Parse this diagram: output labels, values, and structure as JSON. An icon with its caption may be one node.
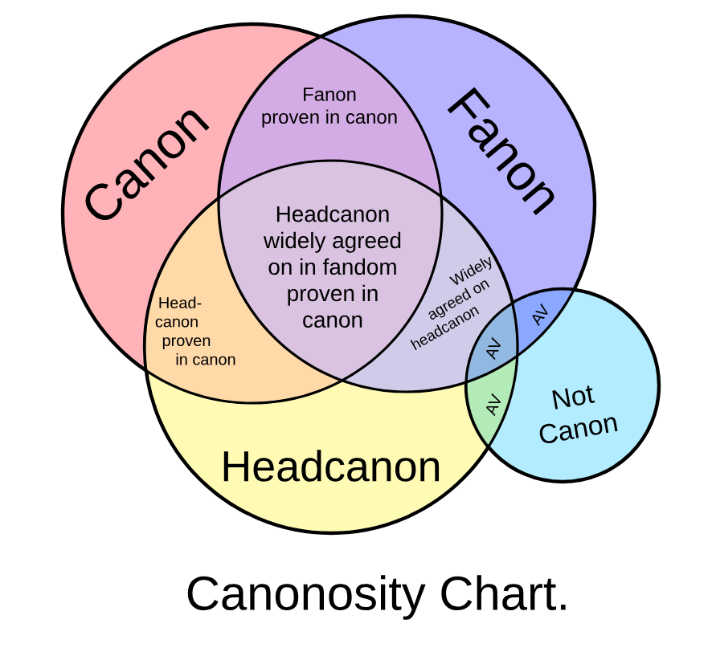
{
  "diagram": {
    "title": "Canonosity Chart.",
    "nodes": [
      {
        "text": [
          "Canon"
        ]
      },
      {
        "text": [
          "Fanon"
        ]
      },
      {
        "text": [
          "Headcanon"
        ]
      },
      {
        "text": [
          "Not Canon"
        ]
      }
    ],
    "labels": [
      "Fanon proven in canon",
      "Headcanon widely agreed on in fandom proven in canon",
      "Head-canon proven in canon",
      "Widely agreed on headcanon",
      "AV",
      "AV",
      "AV"
    ]
  }
}
